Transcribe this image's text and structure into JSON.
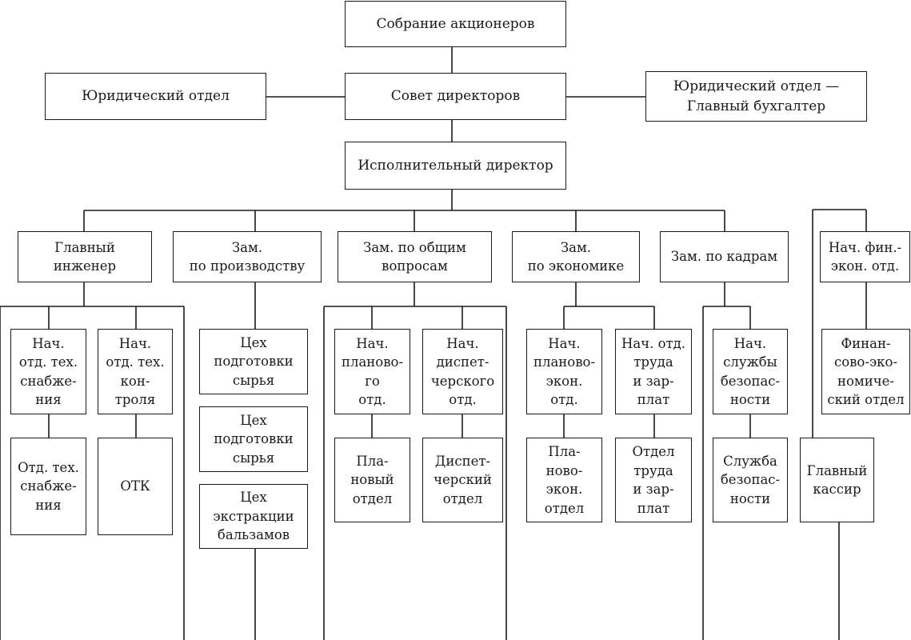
{
  "nodes": {
    "shareholders_meeting": "Собрание акционеров",
    "legal_department": "Юридический отдел",
    "board_of_directors": "Совет директоров",
    "legal_chief_accountant": "Юридический отдел —\nГлавный бухгалтер",
    "executive_director": "Исполнительный директор",
    "chief_engineer": "Главный\nинженер",
    "deputy_production": "Зам.\nпо производству",
    "deputy_general": "Зам. по общим\nвопросам",
    "deputy_economics": "Зам.\nпо экономике",
    "deputy_hr": "Зам. по кадрам",
    "head_fin_econ": "Нач. фин.-\nэкон. отд.",
    "head_supply": "Нач.\nотд. тех.\nснабже-\nния",
    "head_control": "Нач.\nотд. тех.\nкон-\nтроля",
    "supply_department": "Отд. тех.\nснабже-\nния",
    "otk": "ОТК",
    "workshop_raw_1": "Цех\nподготовки\nсырья",
    "workshop_raw_2": "Цех\nподготовки\nсырья",
    "workshop_balsam": "Цех\nэкстракции\nбальзамов",
    "head_planning": "Нач.\nпланово-\nго\nотд.",
    "head_dispatch": "Нач.\nдиспет-\nчерского\nотд.",
    "planning_department": "Пла-\nновый\nотдел",
    "dispatch_department": "Диспет-\nчерский\nотдел",
    "head_plan_econ": "Нач.\nпланово-\nэкон.\nотд.",
    "head_labor": "Нач. отд.\nтруда\nи зар-\nплат",
    "plan_econ_department": "Пла-\nново-\nэкон.\nотдел",
    "labor_department": "Отдел\nтруда\nи зар-\nплат",
    "head_security": "Нач.\nслужбы\nбезопас-\nности",
    "security_service": "Служба\nбезопас-\nности",
    "fin_econ_department": "Финан-\nсово-эко-\nномиче-\nский отдел",
    "chief_cashier": "Главный\nкассир"
  }
}
